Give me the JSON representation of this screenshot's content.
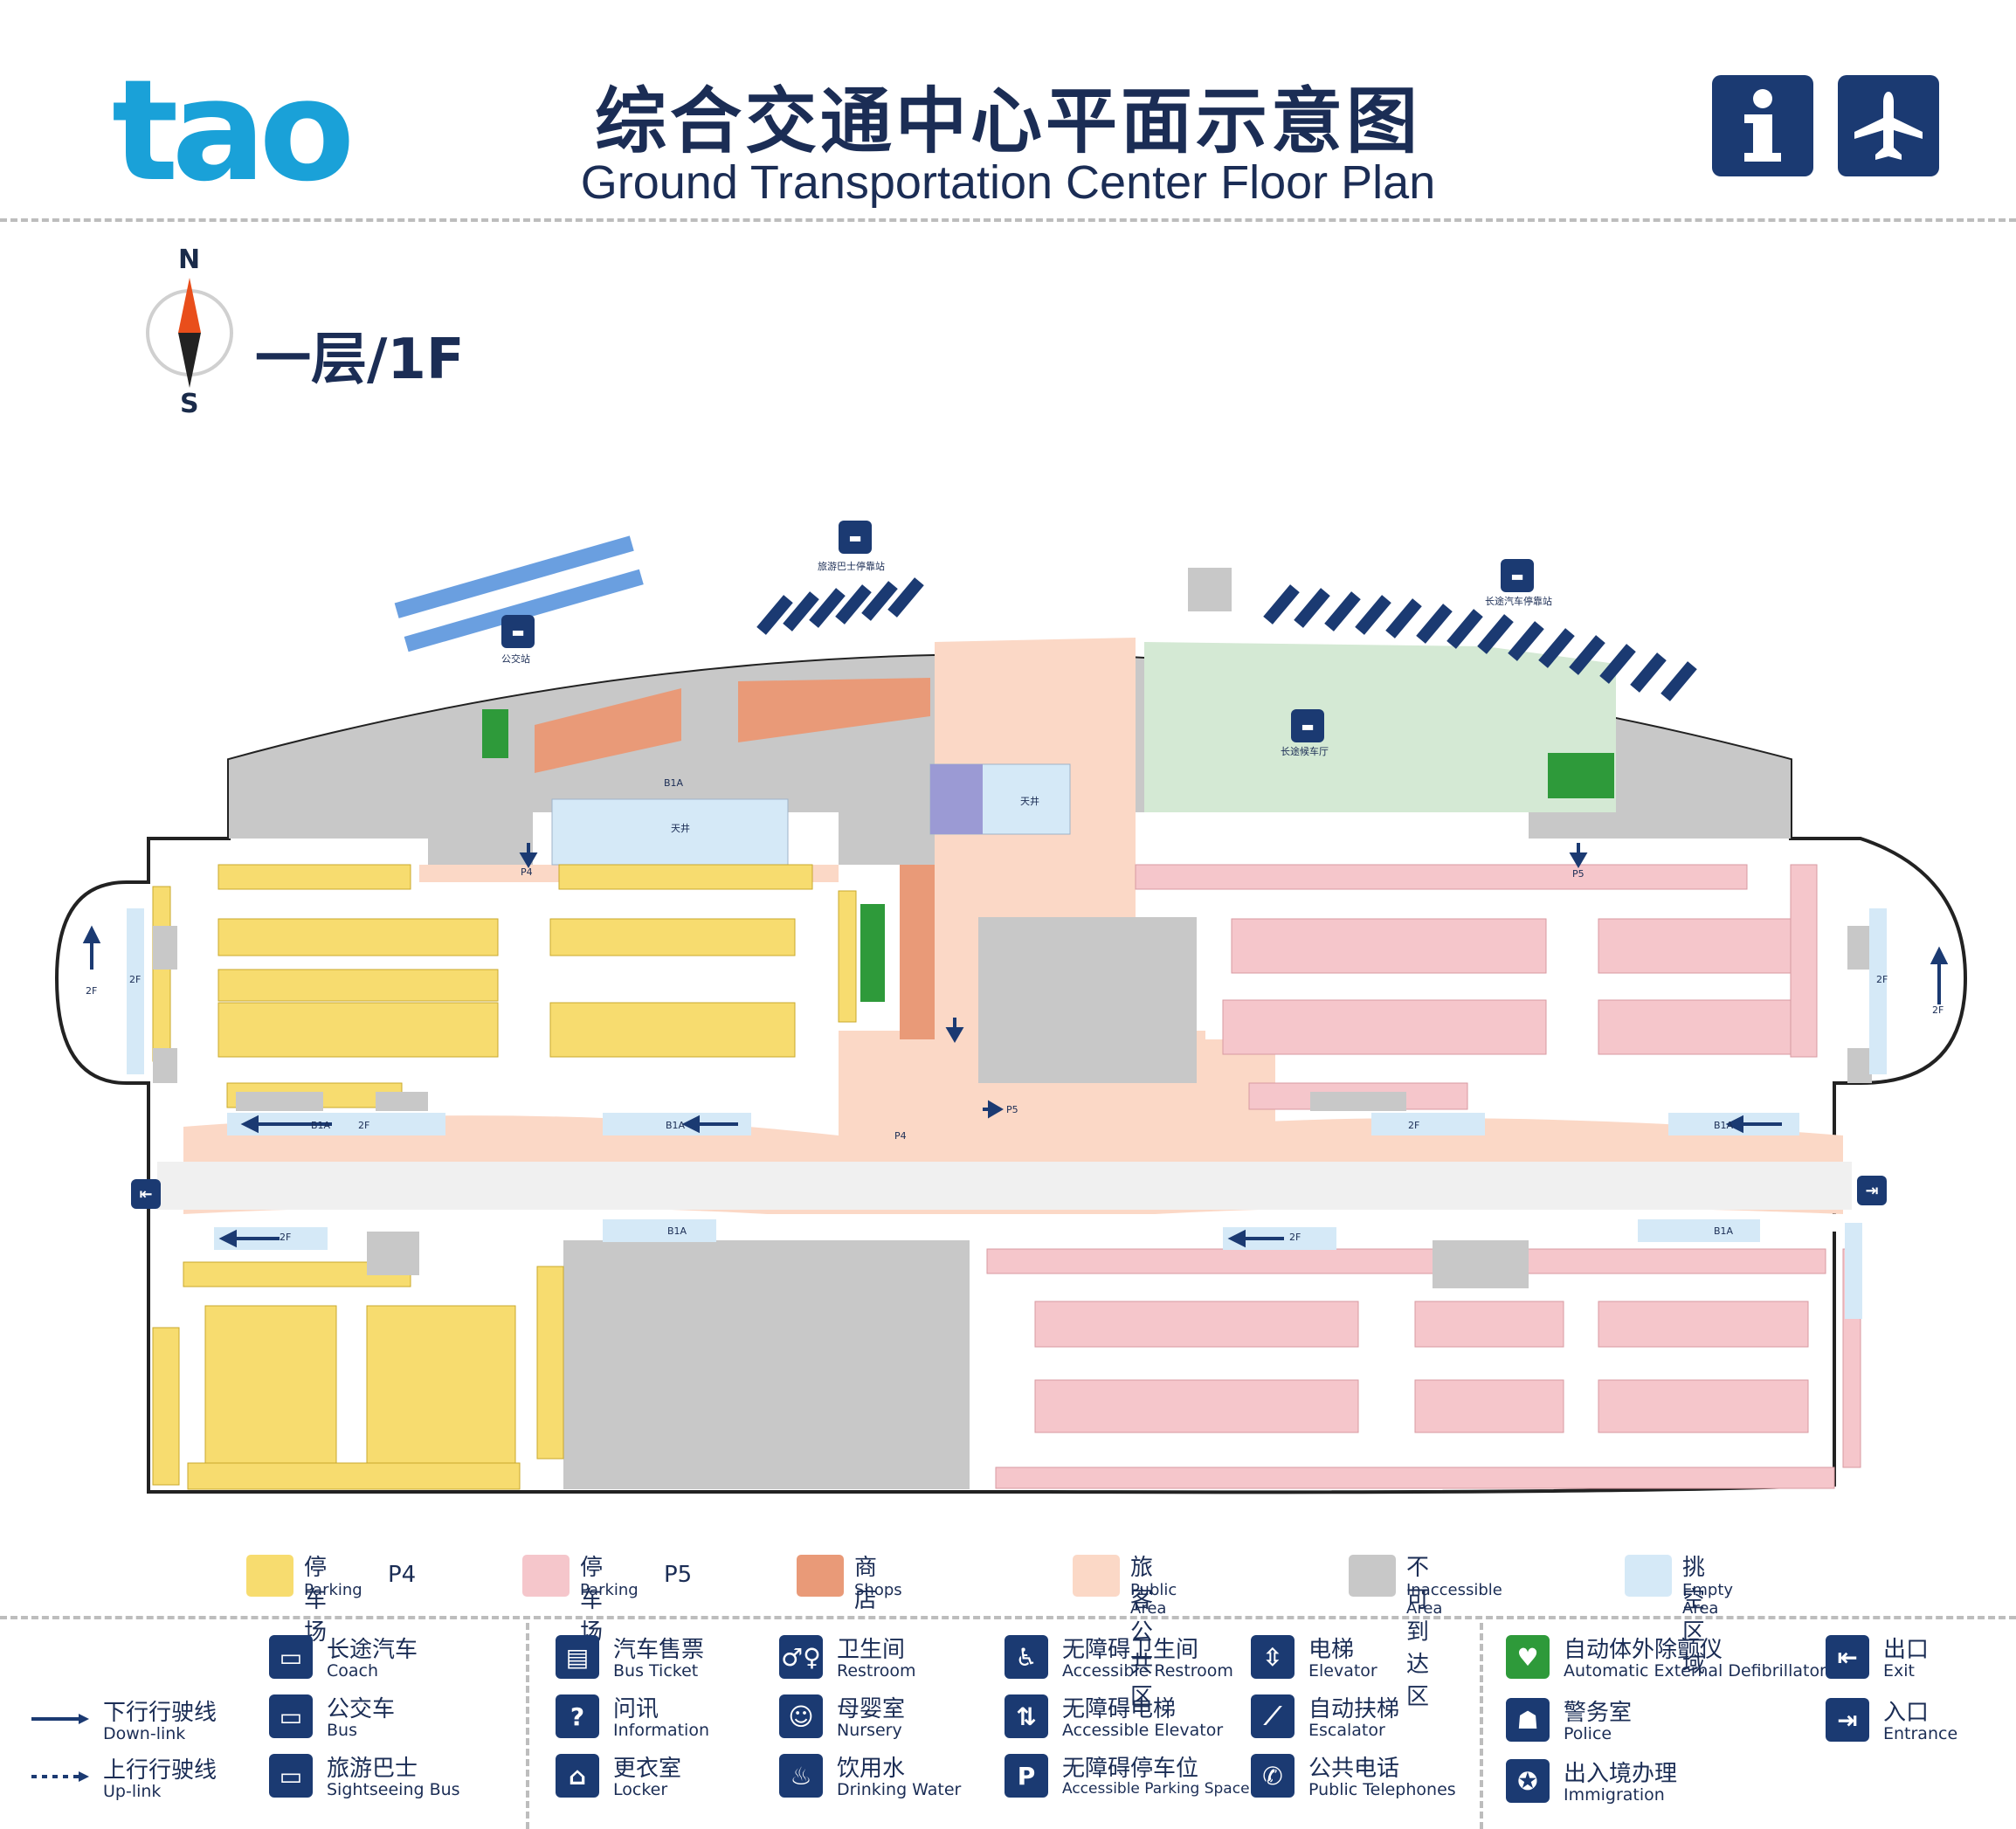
{
  "header": {
    "logo_text": "tao",
    "title_cn": "综合交通中心平面示意图",
    "title_en": "Ground Transportation Center Floor Plan",
    "info_icon": "info-icon",
    "airport_icon": "airplane-icon"
  },
  "compass": {
    "north": "N",
    "south": "S"
  },
  "floor": {
    "label": "一层/1F"
  },
  "map_labels": {
    "bus_station": "公交站",
    "sightseeing_stop": "旅游巴士停靠站",
    "coach_stop": "长途汽车停靠站",
    "coach_waiting": "长途候车厅",
    "atrium1": "天井",
    "atrium2": "天井",
    "p4_a": "P4",
    "p4_b": "P4",
    "p5_a": "P5",
    "p5_b": "P5",
    "b1a_1": "B1A",
    "b1a_2": "B1A",
    "b1a_3": "B1A",
    "b1a_4": "B1A",
    "b1a_5": "B1A",
    "b1a_6": "B1A",
    "f2_1": "2F",
    "f2_2": "2F",
    "f2_3": "2F",
    "f2_4": "2F",
    "f2_5": "2F",
    "f2_6": "2F",
    "f2_7": "2F",
    "f2_8": "2F"
  },
  "area_legend": [
    {
      "cn": "停车场",
      "en": "Parking",
      "tag": "P4",
      "color": "#f7dc6f"
    },
    {
      "cn": "停车场",
      "en": "Parking",
      "tag": "P5",
      "color": "#f5c6cb"
    },
    {
      "cn": "商店",
      "en": "Shops",
      "tag": "",
      "color": "#e99a78"
    },
    {
      "cn": "旅客公共区",
      "en": "Public Area",
      "tag": "",
      "color": "#fbd8c6"
    },
    {
      "cn": "不可到达区",
      "en": "Inaccessible Area",
      "tag": "",
      "color": "#c8c8c8"
    },
    {
      "cn": "挑空区域",
      "en": "Empty Area",
      "tag": "",
      "color": "#d5e9f7"
    }
  ],
  "route_legend": [
    {
      "cn": "下行行驶线",
      "en": "Down-link"
    },
    {
      "cn": "上行行驶线",
      "en": "Up-link"
    }
  ],
  "icon_legend": {
    "col1": [
      {
        "cn": "长途汽车",
        "en": "Coach",
        "icon": "coach-icon"
      },
      {
        "cn": "公交车",
        "en": "Bus",
        "icon": "bus-icon"
      },
      {
        "cn": "旅游巴士",
        "en": "Sightseeing Bus",
        "icon": "sightseeing-bus-icon"
      }
    ],
    "col2": [
      {
        "cn": "汽车售票",
        "en": "Bus Ticket",
        "icon": "bus-ticket-icon"
      },
      {
        "cn": "问讯",
        "en": "Information",
        "icon": "question-icon"
      },
      {
        "cn": "更衣室",
        "en": "Locker",
        "icon": "locker-icon"
      }
    ],
    "col3": [
      {
        "cn": "卫生间",
        "en": "Restroom",
        "icon": "restroom-icon"
      },
      {
        "cn": "母婴室",
        "en": "Nursery",
        "icon": "nursery-icon"
      },
      {
        "cn": "饮用水",
        "en": "Drinking Water",
        "icon": "drinking-water-icon"
      }
    ],
    "col4": [
      {
        "cn": "无障碍卫生间",
        "en": "Accessible Restroom",
        "icon": "accessible-restroom-icon"
      },
      {
        "cn": "无障碍电梯",
        "en": "Accessible Elevator",
        "icon": "accessible-elevator-icon"
      },
      {
        "cn": "无障碍停车位",
        "en": "Accessible Parking Space",
        "icon": "accessible-parking-icon"
      }
    ],
    "col5": [
      {
        "cn": "电梯",
        "en": "Elevator",
        "icon": "elevator-icon"
      },
      {
        "cn": "自动扶梯",
        "en": "Escalator",
        "icon": "escalator-icon"
      },
      {
        "cn": "公共电话",
        "en": "Public Telephones",
        "icon": "telephone-icon"
      }
    ],
    "col6": [
      {
        "cn": "自动体外除颤仪",
        "en": "Automatic External Defibrillator",
        "icon": "aed-icon"
      },
      {
        "cn": "警务室",
        "en": "Police",
        "icon": "police-icon"
      },
      {
        "cn": "出入境办理",
        "en": "Immigration",
        "icon": "immigration-icon"
      }
    ],
    "col7": [
      {
        "cn": "出口",
        "en": "Exit",
        "icon": "exit-icon"
      },
      {
        "cn": "入口",
        "en": "Entrance",
        "icon": "entrance-icon"
      }
    ]
  }
}
